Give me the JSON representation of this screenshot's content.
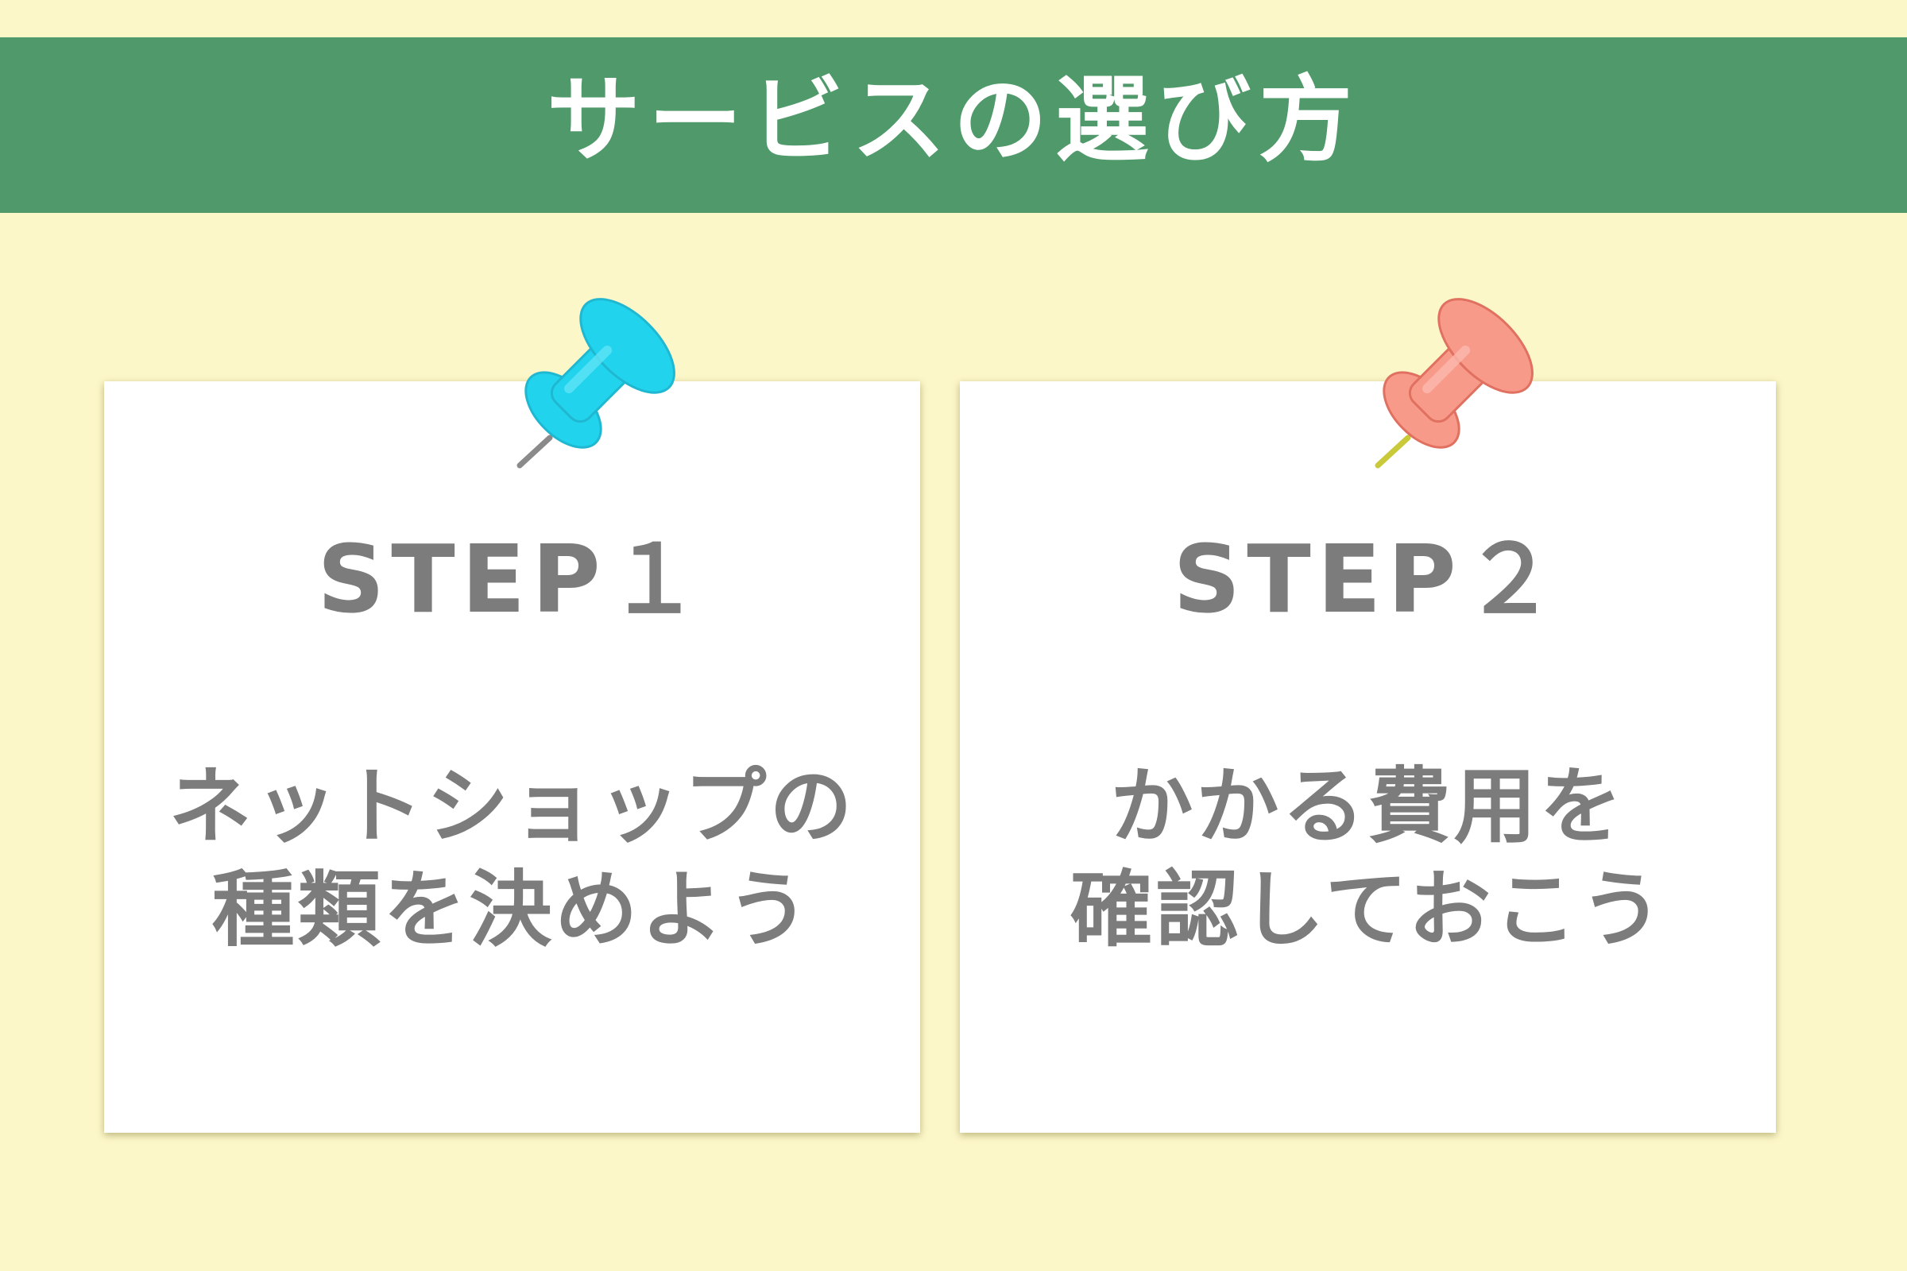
{
  "header": {
    "title": "サービスの選び方"
  },
  "steps": [
    {
      "label": "STEP１",
      "lines": [
        "ネットショップの",
        "種類を決めよう"
      ],
      "pin_color": "#22d3ee"
    },
    {
      "label": "STEP２",
      "lines": [
        "かかる費用を",
        "確認しておこう"
      ],
      "pin_color": "#f89a8a"
    }
  ],
  "colors": {
    "background": "#fcf7c9",
    "banner": "#4f996a",
    "text": "#7c7c7c"
  },
  "icons": [
    "push-pin-icon"
  ]
}
